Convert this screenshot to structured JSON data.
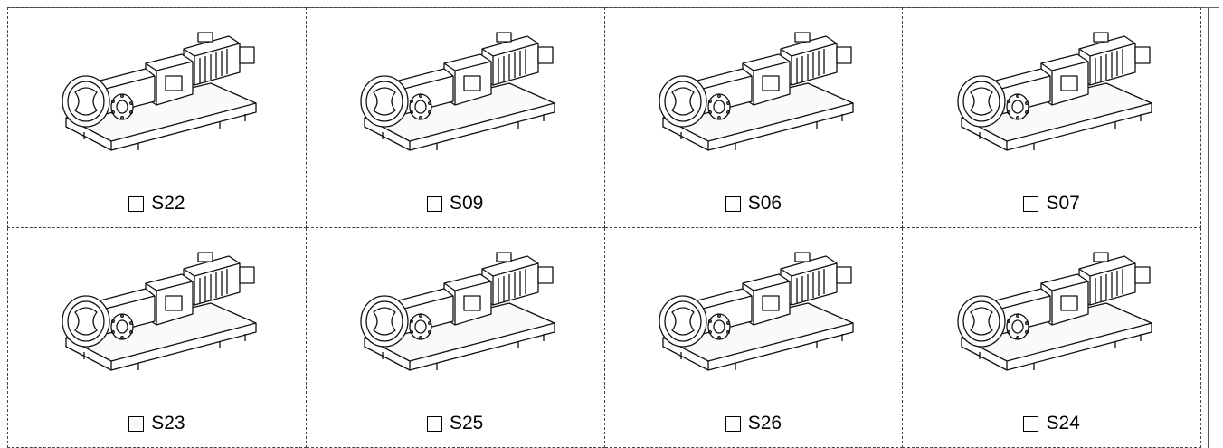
{
  "options": [
    {
      "code": "S22",
      "icon": "rotary-lobe-pump-icon"
    },
    {
      "code": "S09",
      "icon": "rotary-lobe-pump-icon"
    },
    {
      "code": "S06",
      "icon": "rotary-lobe-pump-icon"
    },
    {
      "code": "S07",
      "icon": "rotary-lobe-pump-icon"
    },
    {
      "code": "S23",
      "icon": "rotary-lobe-pump-icon"
    },
    {
      "code": "S25",
      "icon": "rotary-lobe-pump-icon"
    },
    {
      "code": "S26",
      "icon": "rotary-lobe-pump-icon"
    },
    {
      "code": "S24",
      "icon": "rotary-lobe-pump-icon"
    }
  ]
}
